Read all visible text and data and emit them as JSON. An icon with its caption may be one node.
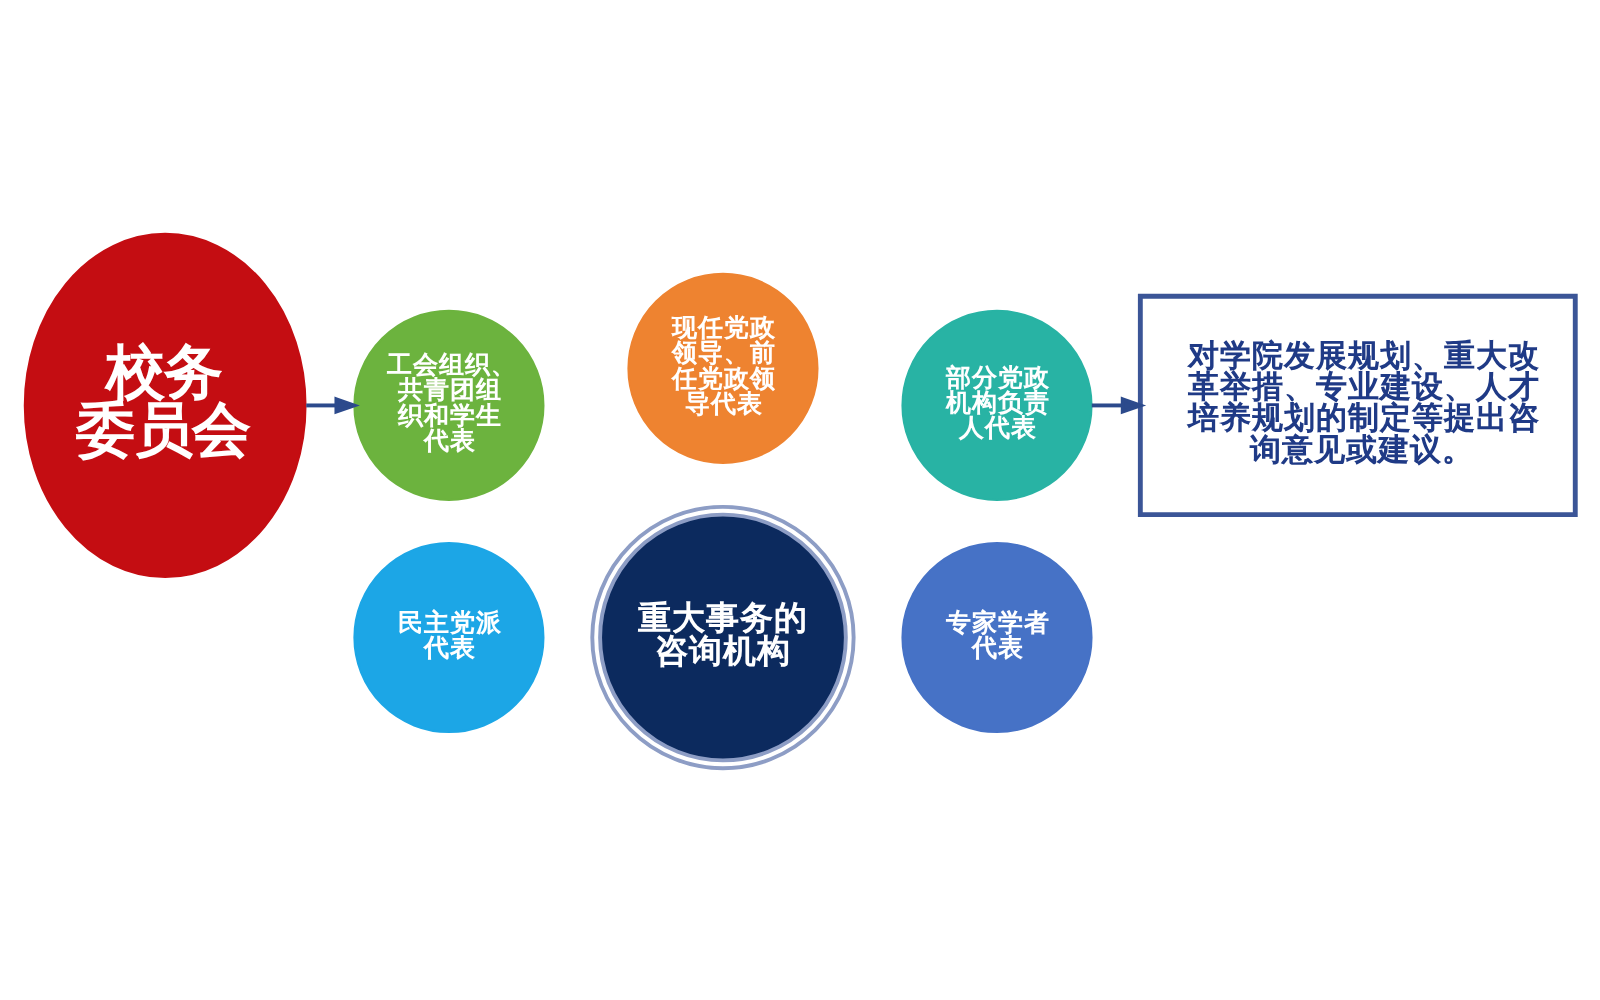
{
  "diagram": {
    "nodes": [
      {
        "text": [
          "校务委员会"
        ]
      },
      {
        "text": [
          "现任党政领导、前任党政领导代表"
        ]
      },
      {
        "text": [
          "工会组织、共青团组织和学生代表"
        ]
      },
      {
        "text": [
          "重大事务的咨询机构"
        ]
      },
      {
        "text": [
          "部分党政机构负责人代表"
        ]
      },
      {
        "text": [
          "民主党派代表"
        ]
      },
      {
        "text": [
          "专家学者代表"
        ]
      },
      {
        "text": [
          "对学院发展规划、重大改革举措、专业建设、人才培养规划的制定等提出咨询意见或建议。"
        ]
      }
    ],
    "edges": [
      {
        "from": 0,
        "to": 2,
        "arrow": "to"
      },
      {
        "from": 4,
        "to": 7,
        "arrow": "to"
      }
    ]
  }
}
